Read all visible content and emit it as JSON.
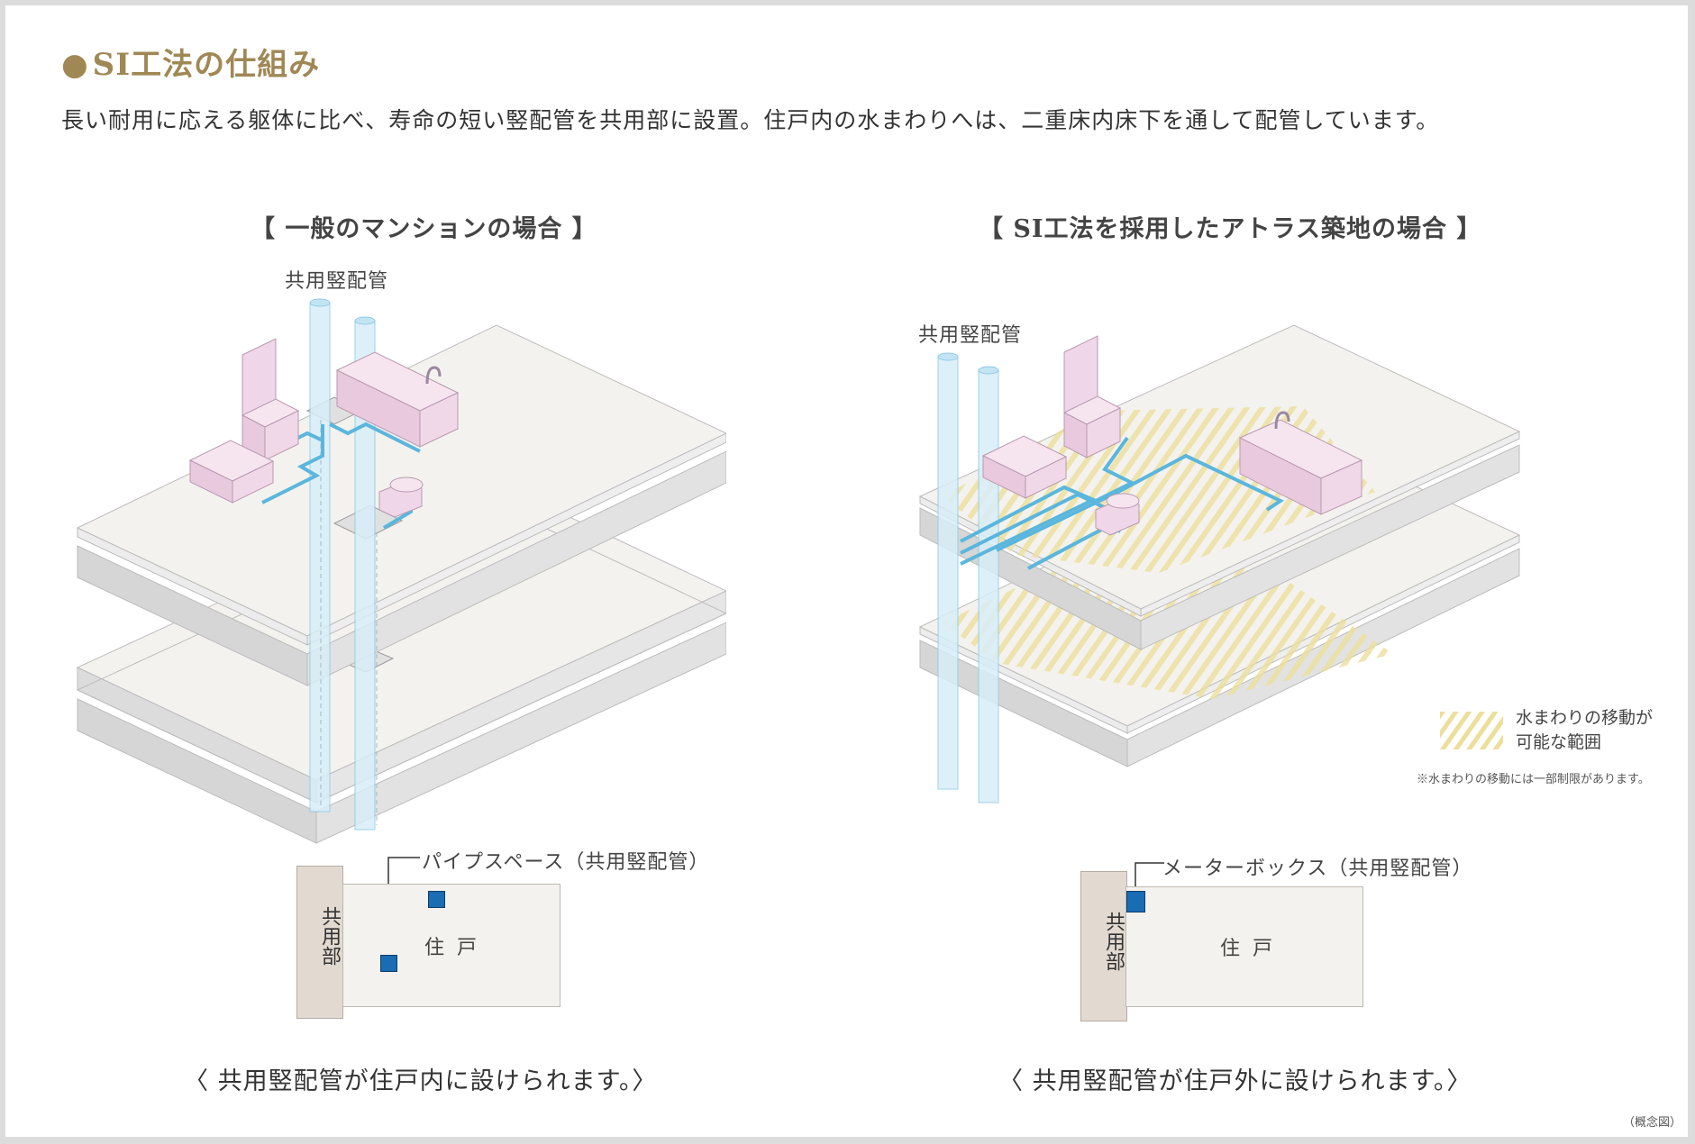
{
  "header": {
    "title": "SI工法の仕組み",
    "description": "長い耐用に応える躯体に比べ、寿命の短い竪配管を共用部に設置。住戸内の水まわりへは、二重床内床下を通して配管しています。"
  },
  "left": {
    "heading": "【 一般のマンションの場合 】",
    "pipe_label": "共用竪配管",
    "plan_label": "パイプスペース（共用竪配管）",
    "common_area": "共用部",
    "unit": "住戸",
    "caption": "〈 共用竪配管が住戸内に設けられます。〉"
  },
  "right": {
    "heading": "【 SI工法を採用したアトラス築地の場合 】",
    "pipe_label": "共用竪配管",
    "plan_label": "メーターボックス（共用竪配管）",
    "common_area": "共用部",
    "unit": "住戸",
    "caption": "〈 共用竪配管が住戸外に設けられます。〉",
    "legend_text": "水まわりの移動が\n可能な範囲",
    "legend_line1": "水まわりの移動が",
    "legend_line2": "可能な範囲",
    "note": "※水まわりの移動には一部制限があります。"
  },
  "footer": {
    "concept": "（概念図）"
  },
  "colors": {
    "accent": "#a08855",
    "pipe": "#d8eef8",
    "pipe_line": "#5ab6dd",
    "fixture": "#efd6e8",
    "slab_top": "#f4f2ee",
    "slab_side": "#dcdcdc",
    "hatch": "#ecdf9c",
    "plan_pipe": "#1a6cb3"
  }
}
